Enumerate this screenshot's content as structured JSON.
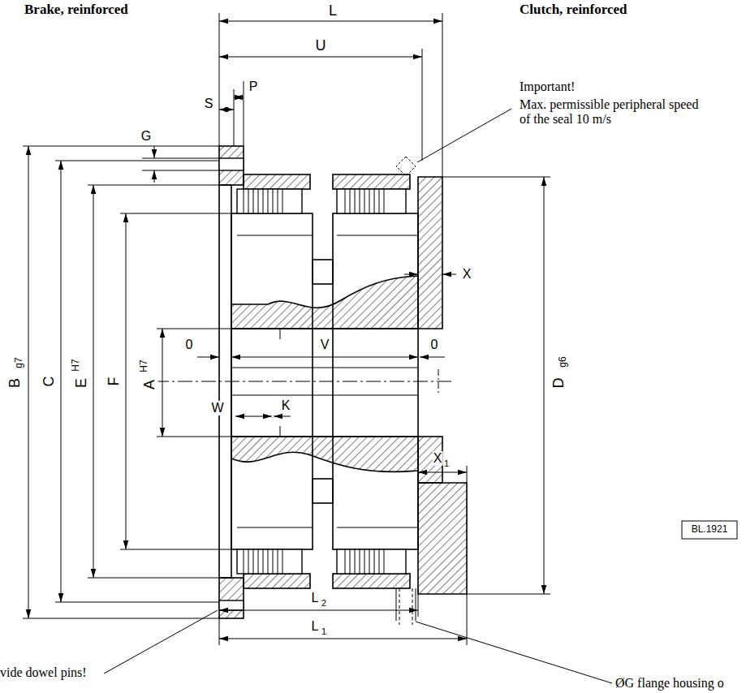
{
  "diagram": {
    "labels": [
      "Brake, reinforced",
      "Clutch, reinforced",
      "L",
      "U",
      "P",
      "S",
      "G",
      "Important!",
      "Max. permissible peripheral speed of the seal 10 m/s",
      "X",
      "B",
      "g7",
      "C",
      "E",
      "H7",
      "F",
      "0",
      "V",
      "0",
      "A",
      "H7",
      "D",
      "g6",
      "W",
      "K",
      "X",
      "1",
      "BL.1921",
      "L",
      "2",
      "L",
      "1",
      "vide dowel pins!",
      "ØG flange housing o"
    ]
  }
}
